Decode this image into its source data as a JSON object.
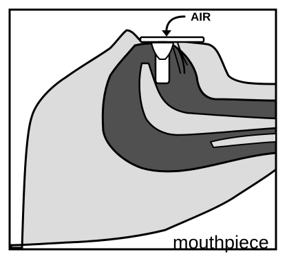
{
  "diagram": {
    "air_label": "AIR",
    "caption": "mouthpiece"
  },
  "colors": {
    "background": "#ffffff",
    "outline": "#000000",
    "skin_fill": "#dcdcdc",
    "airway_fill": "#505050",
    "device_fill": "#ffffff"
  },
  "icons": {
    "air_arrow": "curved-arrow-down-left"
  }
}
